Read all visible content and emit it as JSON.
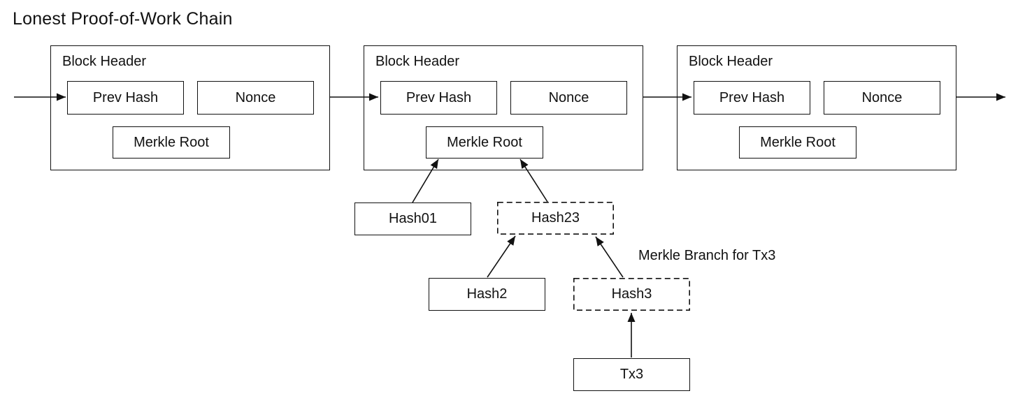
{
  "title": "Lonest Proof-of-Work Chain",
  "blocks": [
    {
      "header_label": "Block Header",
      "prev_hash_label": "Prev Hash",
      "nonce_label": "Nonce",
      "merkle_root_label": "Merkle Root"
    },
    {
      "header_label": "Block Header",
      "prev_hash_label": "Prev Hash",
      "nonce_label": "Nonce",
      "merkle_root_label": "Merkle Root"
    },
    {
      "header_label": "Block Header",
      "prev_hash_label": "Prev Hash",
      "nonce_label": "Nonce",
      "merkle_root_label": "Merkle Root"
    }
  ],
  "merkle_tree": {
    "branch_label": "Merkle Branch for Tx3",
    "nodes": [
      {
        "id": "hash01",
        "label": "Hash01",
        "border": "solid"
      },
      {
        "id": "hash23",
        "label": "Hash23",
        "border": "dashed"
      },
      {
        "id": "hash2",
        "label": "Hash2",
        "border": "solid"
      },
      {
        "id": "hash3",
        "label": "Hash3",
        "border": "dashed"
      },
      {
        "id": "tx3",
        "label": "Tx3",
        "border": "solid"
      }
    ]
  },
  "colors": {
    "stroke": "#111111",
    "background": "#ffffff",
    "text": "#111111"
  }
}
